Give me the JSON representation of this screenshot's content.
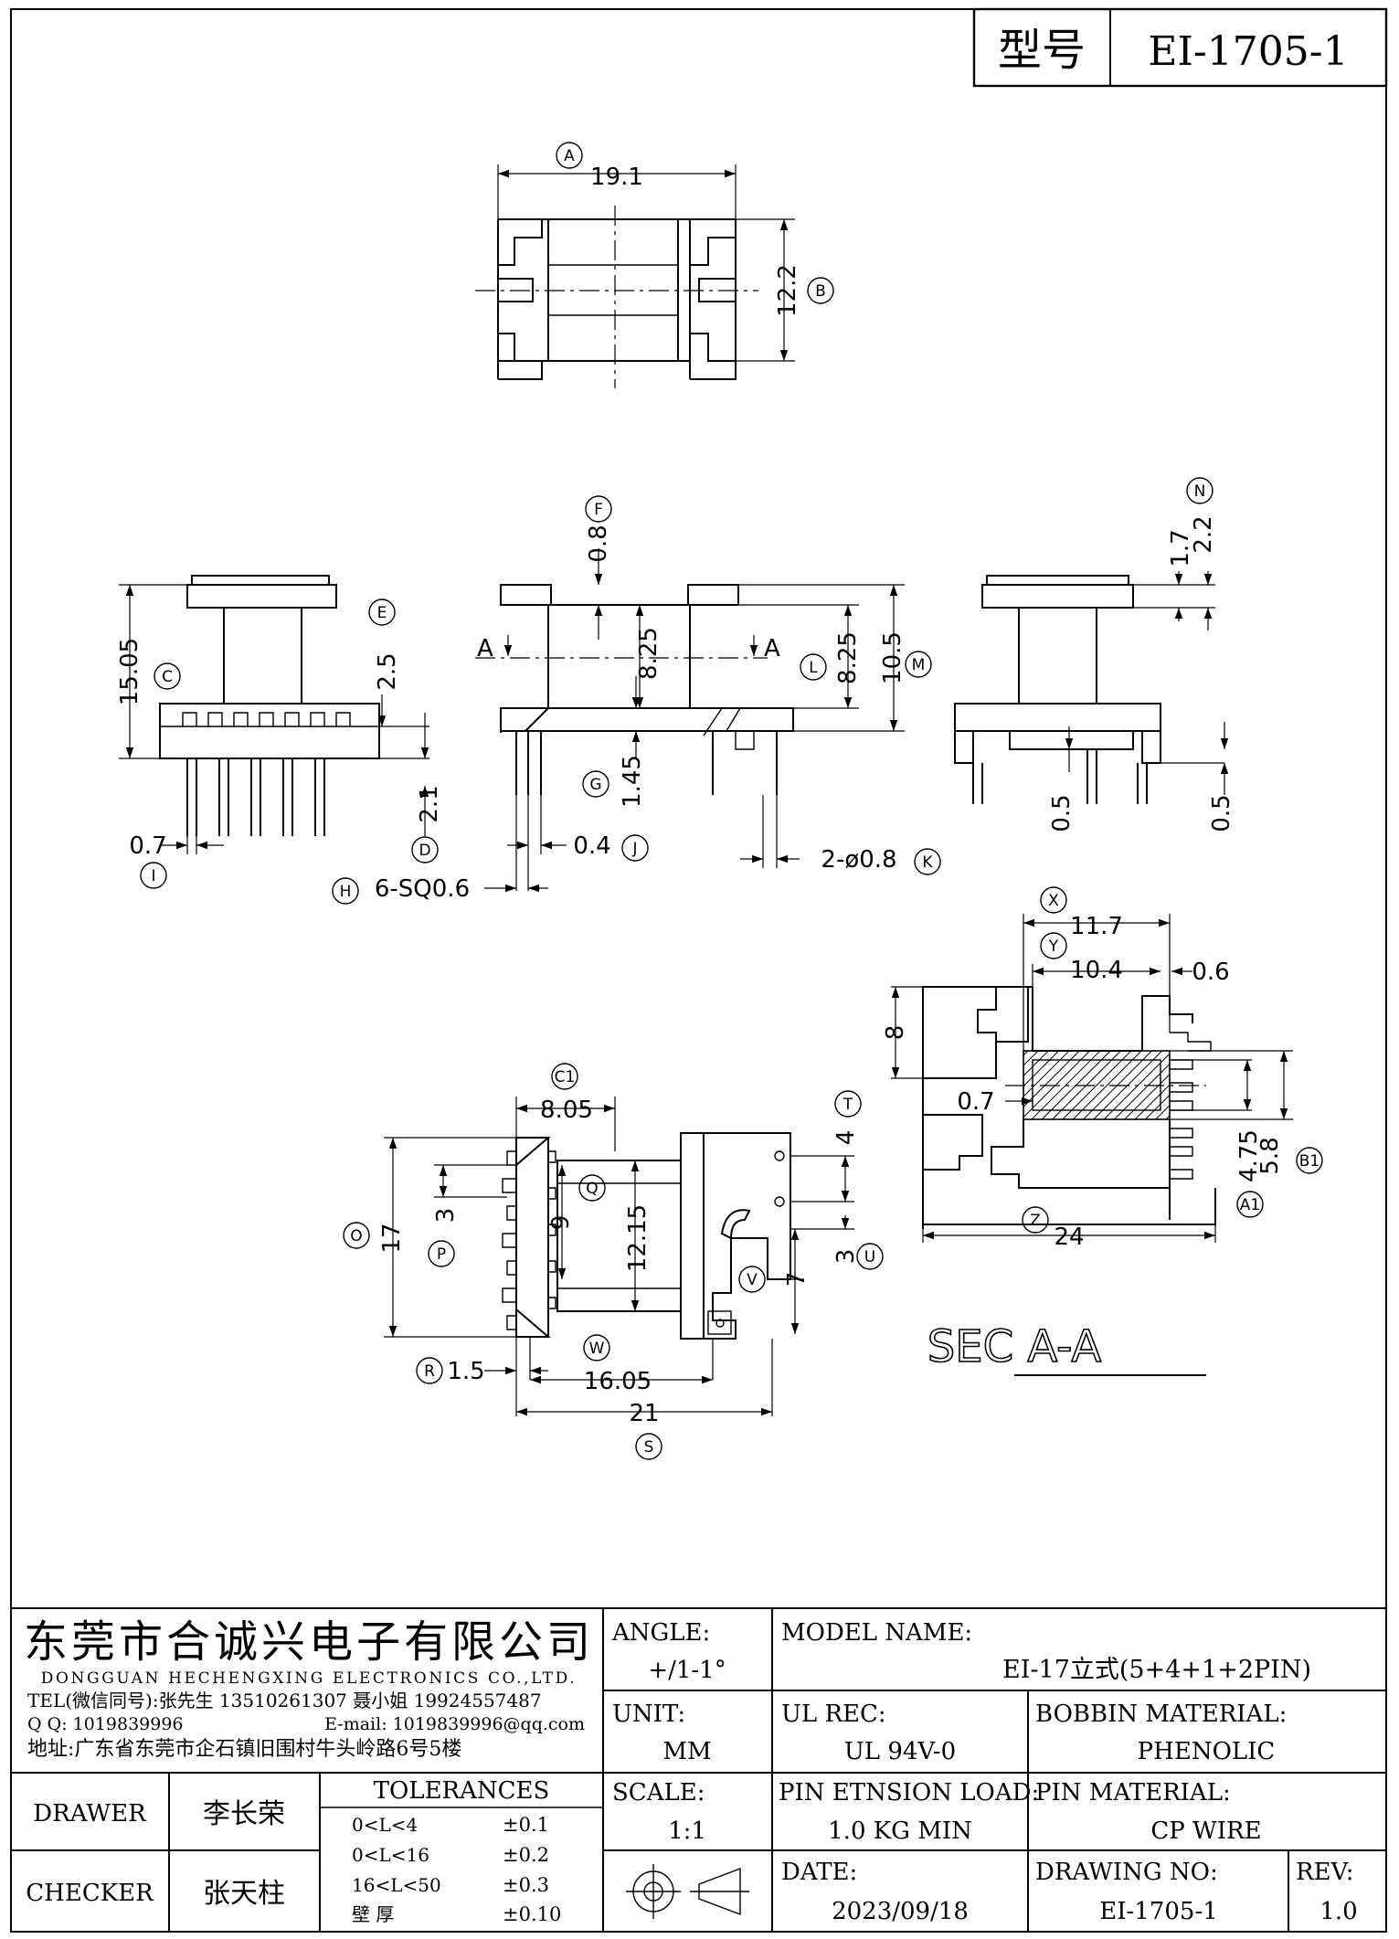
{
  "header": {
    "label": "型号",
    "model": "EI-1705-1"
  },
  "dimensions": {
    "top_width": "19.1",
    "top_height": "12.2",
    "front_height": "15.05",
    "flange_2_5": "2.5",
    "pin_2_1": "2.1",
    "pin_0_7": "0.7",
    "f_0_8": "0.8",
    "inner_8_25": "8.25",
    "g_1_45": "1.45",
    "j_0_4": "0.4",
    "h_sq": "6-SQ0.6",
    "l_8_25": "8.25",
    "m_10_5": "10.5",
    "k_pin": "2-ø0.8",
    "side_1_7": "1.7",
    "side_2_2": "2.2",
    "side_0_5a": "0.5",
    "side_0_5b": "0.5",
    "sec_11_7": "11.7",
    "sec_10_4": "10.4",
    "sec_0_6": "0.6",
    "sec_8": "8",
    "sec_0_7": "0.7",
    "sec_4_75": "4.75",
    "sec_5_8": "5.8",
    "sec_24": "24",
    "b_8_05": "8.05",
    "b_17": "17",
    "b_3": "3",
    "b_9": "9",
    "b_12_15": "12.15",
    "b_4": "4",
    "b_3u": "3",
    "b_7": "7",
    "b_1_5": "1.5",
    "b_16_05": "16.05",
    "b_21": "21",
    "section_label": "SEC A-A",
    "section_a": "A"
  },
  "callouts": [
    "A",
    "B",
    "C",
    "D",
    "E",
    "F",
    "G",
    "H",
    "I",
    "J",
    "K",
    "L",
    "M",
    "N",
    "X",
    "Y",
    "Z",
    "A1",
    "B1",
    "C1",
    "O",
    "P",
    "Q",
    "R",
    "S",
    "T",
    "U",
    "V",
    "W"
  ],
  "company": {
    "name_cn": "东莞市合诚兴电子有限公司",
    "name_en": "DONGGUAN HECHENGXING ELECTRONICS CO.,LTD.",
    "tel": "TEL(微信同号):张先生 13510261307 聂小姐 19924557487",
    "qq": "Q Q: 1019839996",
    "email": "E-mail: 1019839996@qq.com",
    "address": "地址:广东省东莞市企石镇旧围村牛头岭路6号5楼"
  },
  "titleblock": {
    "angle_label": "ANGLE:",
    "angle_value": "+/1-1°",
    "unit_label": "UNIT:",
    "unit_value": "MM",
    "scale_label": "SCALE:",
    "scale_value": "1:1",
    "model_label": "MODEL NAME:",
    "model_value": "EI-17立式(5+4+1+2PIN)",
    "ul_label": "UL REC:",
    "ul_value": "UL 94V-0",
    "bobbin_label": "BOBBIN MATERIAL:",
    "bobbin_value": "PHENOLIC",
    "load_label": "PIN ETNSION LOAD:",
    "load_value": "1.0 KG MIN",
    "pinmat_label": "PIN MATERIAL:",
    "pinmat_value": "CP WIRE",
    "date_label": "DATE:",
    "date_value": "2023/09/18",
    "drawno_label": "DRAWING NO:",
    "drawno_value": "EI-1705-1",
    "rev_label": "REV:",
    "rev_value": "1.0",
    "drawer_label": "DRAWER",
    "drawer_value": "李长荣",
    "checker_label": "CHECKER",
    "checker_value": "张天柱",
    "tolerances_label": "TOLERANCES",
    "tolerances": [
      {
        "range": "0<L<4",
        "value": "±0.1"
      },
      {
        "range": "0<L<16",
        "value": "±0.2"
      },
      {
        "range": "16<L<50",
        "value": "±0.3"
      },
      {
        "range": "壁  厚",
        "value": "±0.10"
      }
    ]
  }
}
